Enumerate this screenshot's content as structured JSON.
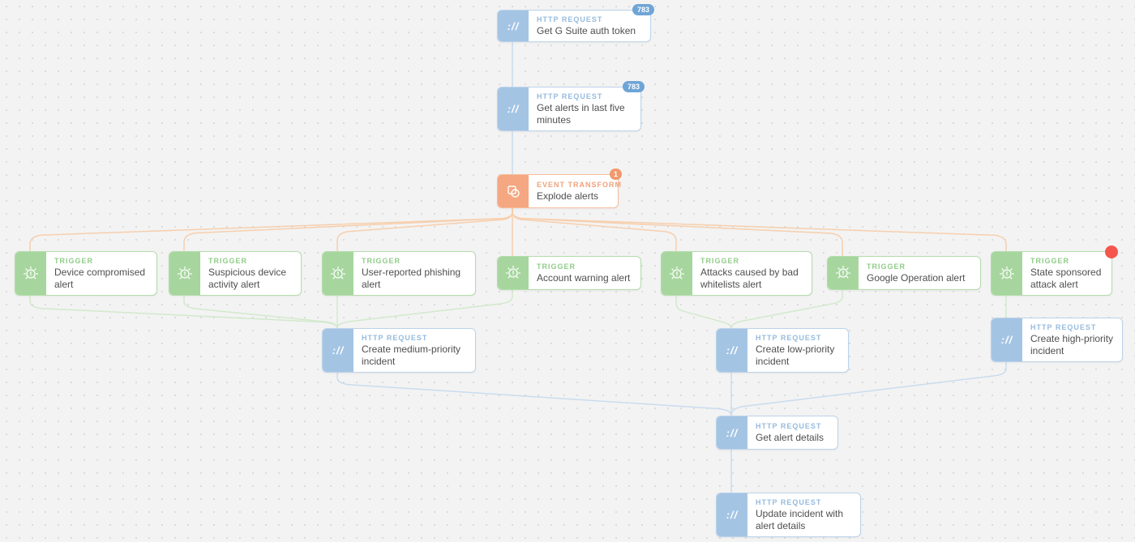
{
  "app": {
    "description": "Workflow automation storyboard diagram",
    "background_color": "#f3f3f3",
    "dot_grid_color": "#d9d9d9"
  },
  "colors": {
    "http_accent": "#a4c4e4",
    "http_border": "#bcd3ea",
    "http_label": "#96bbde",
    "http_edge": "#c9dcee",
    "trigger_accent": "#a6d69e",
    "trigger_border": "#b3dcab",
    "trigger_label": "#90cc88",
    "trigger_edge": "#d2e9cc",
    "transform_accent": "#f4a781",
    "transform_border": "#f6bd9c",
    "transform_label": "#f1a17b",
    "transform_edge": "#f6cfae",
    "badge_blue": "#6fa5d6",
    "badge_orange": "#f0996d",
    "alert_dot_red": "#f4564e",
    "title_text": "#4f4f4f"
  },
  "icons": {
    "http": "http-request-icon (://)",
    "trigger": "alarm-trigger-icon",
    "transform": "event-transform-icon (square+circle)"
  },
  "nodes": {
    "get_auth_token": {
      "type_label": "HTTP REQUEST",
      "title": "Get G Suite auth token",
      "badge": "783"
    },
    "get_alerts": {
      "type_label": "HTTP REQUEST",
      "title": "Get alerts in last five minutes",
      "badge": "783"
    },
    "explode_alerts": {
      "type_label": "EVENT TRANSFORM",
      "title": "Explode alerts",
      "badge": "1"
    },
    "device_compromised": {
      "type_label": "TRIGGER",
      "title": "Device compromised alert"
    },
    "suspicious_device": {
      "type_label": "TRIGGER",
      "title": "Suspicious device activity alert"
    },
    "user_reported": {
      "type_label": "TRIGGER",
      "title": "User-reported phishing alert"
    },
    "account_warning": {
      "type_label": "TRIGGER",
      "title": "Account warning alert"
    },
    "attacks_whitelists": {
      "type_label": "TRIGGER",
      "title": "Attacks caused by bad whitelists alert"
    },
    "google_operation": {
      "type_label": "TRIGGER",
      "title": "Google Operation alert"
    },
    "state_sponsored": {
      "type_label": "TRIGGER",
      "title": "State sponsored attack alert",
      "has_red_dot": true
    },
    "create_medium": {
      "type_label": "HTTP REQUEST",
      "title": "Create medium-priority incident"
    },
    "create_low": {
      "type_label": "HTTP REQUEST",
      "title": "Create low-priority incident"
    },
    "create_high": {
      "type_label": "HTTP REQUEST",
      "title": "Create high-priority incident"
    },
    "get_alert_details": {
      "type_label": "HTTP REQUEST",
      "title": "Get alert details"
    },
    "update_incident": {
      "type_label": "HTTP REQUEST",
      "title": "Update incident with alert details"
    }
  },
  "edges": [
    {
      "from": "get_auth_token",
      "to": "get_alerts"
    },
    {
      "from": "get_alerts",
      "to": "explode_alerts"
    },
    {
      "from": "explode_alerts",
      "to": "device_compromised"
    },
    {
      "from": "explode_alerts",
      "to": "suspicious_device"
    },
    {
      "from": "explode_alerts",
      "to": "user_reported"
    },
    {
      "from": "explode_alerts",
      "to": "account_warning"
    },
    {
      "from": "explode_alerts",
      "to": "attacks_whitelists"
    },
    {
      "from": "explode_alerts",
      "to": "google_operation"
    },
    {
      "from": "explode_alerts",
      "to": "state_sponsored"
    },
    {
      "from": "device_compromised",
      "to": "create_medium"
    },
    {
      "from": "suspicious_device",
      "to": "create_medium"
    },
    {
      "from": "user_reported",
      "to": "create_medium"
    },
    {
      "from": "account_warning",
      "to": "create_medium"
    },
    {
      "from": "attacks_whitelists",
      "to": "create_low"
    },
    {
      "from": "google_operation",
      "to": "create_low"
    },
    {
      "from": "state_sponsored",
      "to": "create_high"
    },
    {
      "from": "create_medium",
      "to": "get_alert_details"
    },
    {
      "from": "create_low",
      "to": "get_alert_details"
    },
    {
      "from": "create_high",
      "to": "get_alert_details"
    },
    {
      "from": "get_alert_details",
      "to": "update_incident"
    }
  ]
}
